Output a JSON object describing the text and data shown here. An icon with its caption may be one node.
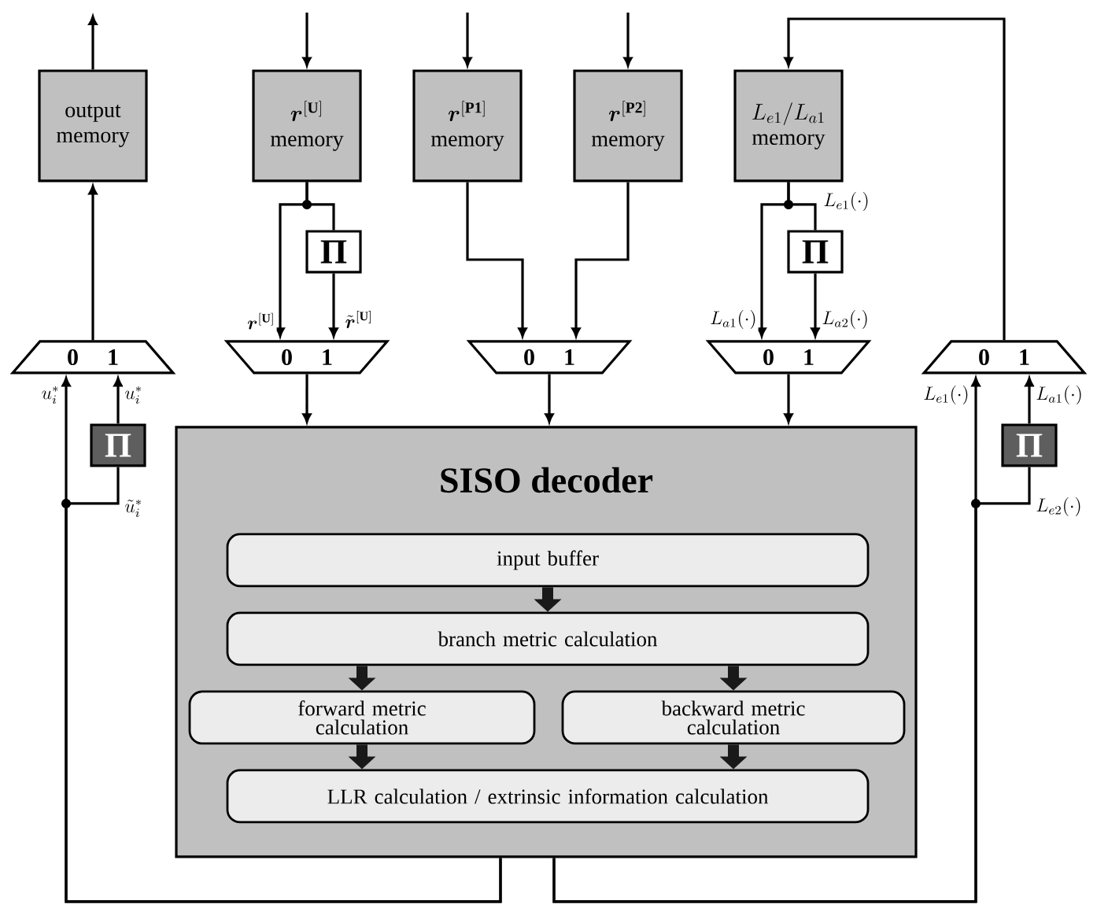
{
  "diagram": {
    "nodes": [
      {
        "text": [
          "output memory"
        ]
      },
      {
        "text": [
          "\\boldsymbol{r}^{[\\mathbf{U}]}",
          "memory"
        ]
      },
      {
        "text": [
          "\\boldsymbol{r}^{[\\mathbf{P1}]}",
          "memory"
        ]
      },
      {
        "text": [
          "\\boldsymbol{r}^{[\\mathbf{P2}]}",
          "memory"
        ]
      },
      {
        "text": [
          "L_{e1}/L_{a1}",
          "memory"
        ]
      },
      {
        "text": [
          "Π"
        ]
      },
      {
        "text": [
          "0",
          "1"
        ]
      },
      {
        "text": [
          "0",
          "1"
        ]
      },
      {
        "text": [
          "Π"
        ]
      },
      {
        "text": [
          "0",
          "1"
        ]
      },
      {
        "text": [
          "0",
          "1"
        ]
      },
      {
        "text": [
          "0",
          "1"
        ]
      },
      {
        "text": [
          "Π"
        ]
      },
      {
        "text": [
          "Π"
        ]
      },
      {
        "text": [
          "SISO decoder"
        ]
      },
      {
        "text": [
          "input buffer"
        ],
        "in": 14
      },
      {
        "text": [
          "branch metric calculation"
        ],
        "in": 14
      },
      {
        "text": [
          "forward metric calculation"
        ],
        "in": 14
      },
      {
        "text": [
          "backward metric calculation"
        ],
        "in": 14
      },
      {
        "text": [
          "LLR calculation / extrinsic information calculation"
        ],
        "in": 14
      }
    ],
    "edges": [
      {
        "from": 0,
        "to": null,
        "arrow": "to"
      },
      {
        "from": null,
        "to": 1,
        "arrow": "to"
      },
      {
        "from": null,
        "to": 2,
        "arrow": "to"
      },
      {
        "from": null,
        "to": 3,
        "arrow": "to"
      },
      {
        "from": 1,
        "to": 6,
        "arrow": "to",
        "label": "\\boldsymbol{r}^{[\\mathbf{U}]}"
      },
      {
        "from": 1,
        "to": 5,
        "arrow": "none"
      },
      {
        "from": 5,
        "to": 6,
        "arrow": "to",
        "label": "\\tilde{\\boldsymbol{r}}^{[\\mathbf{U}]}"
      },
      {
        "from": 2,
        "to": 7,
        "arrow": "to"
      },
      {
        "from": 3,
        "to": 7,
        "arrow": "to"
      },
      {
        "from": 4,
        "to": 9,
        "arrow": "to",
        "label": "L_{a1}(\\cdot)"
      },
      {
        "from": 4,
        "to": 8,
        "arrow": "none",
        "label": "L_{e1}(\\cdot)"
      },
      {
        "from": 8,
        "to": 9,
        "arrow": "to",
        "label": "L_{a2}(\\cdot)"
      },
      {
        "from": 6,
        "to": 14,
        "arrow": "to"
      },
      {
        "from": 7,
        "to": 14,
        "arrow": "to"
      },
      {
        "from": 9,
        "to": 14,
        "arrow": "to"
      },
      {
        "from": 10,
        "to": 0,
        "arrow": "to"
      },
      {
        "from": 14,
        "to": 10,
        "arrow": "to",
        "label": "u_i^*"
      },
      {
        "from": 14,
        "to": 12,
        "arrow": "none",
        "label": "\\tilde{u}_i^*"
      },
      {
        "from": 12,
        "to": 10,
        "arrow": "to",
        "label": "u_i^*"
      },
      {
        "from": 14,
        "to": 11,
        "arrow": "to",
        "label": "L_{e1}(\\cdot)"
      },
      {
        "from": 14,
        "to": 13,
        "arrow": "none",
        "label": "L_{e2}(\\cdot)"
      },
      {
        "from": 13,
        "to": 11,
        "arrow": "to",
        "label": "L_{a1}(\\cdot)"
      },
      {
        "from": 11,
        "to": 4,
        "arrow": "to"
      },
      {
        "from": 15,
        "to": 16,
        "arrow": "to",
        "style": "thick"
      },
      {
        "from": 16,
        "to": 17,
        "arrow": "to",
        "style": "thick"
      },
      {
        "from": 16,
        "to": 18,
        "arrow": "to",
        "style": "thick"
      },
      {
        "from": 17,
        "to": 19,
        "arrow": "to",
        "style": "thick"
      },
      {
        "from": 18,
        "to": 19,
        "arrow": "to",
        "style": "thick"
      }
    ]
  }
}
